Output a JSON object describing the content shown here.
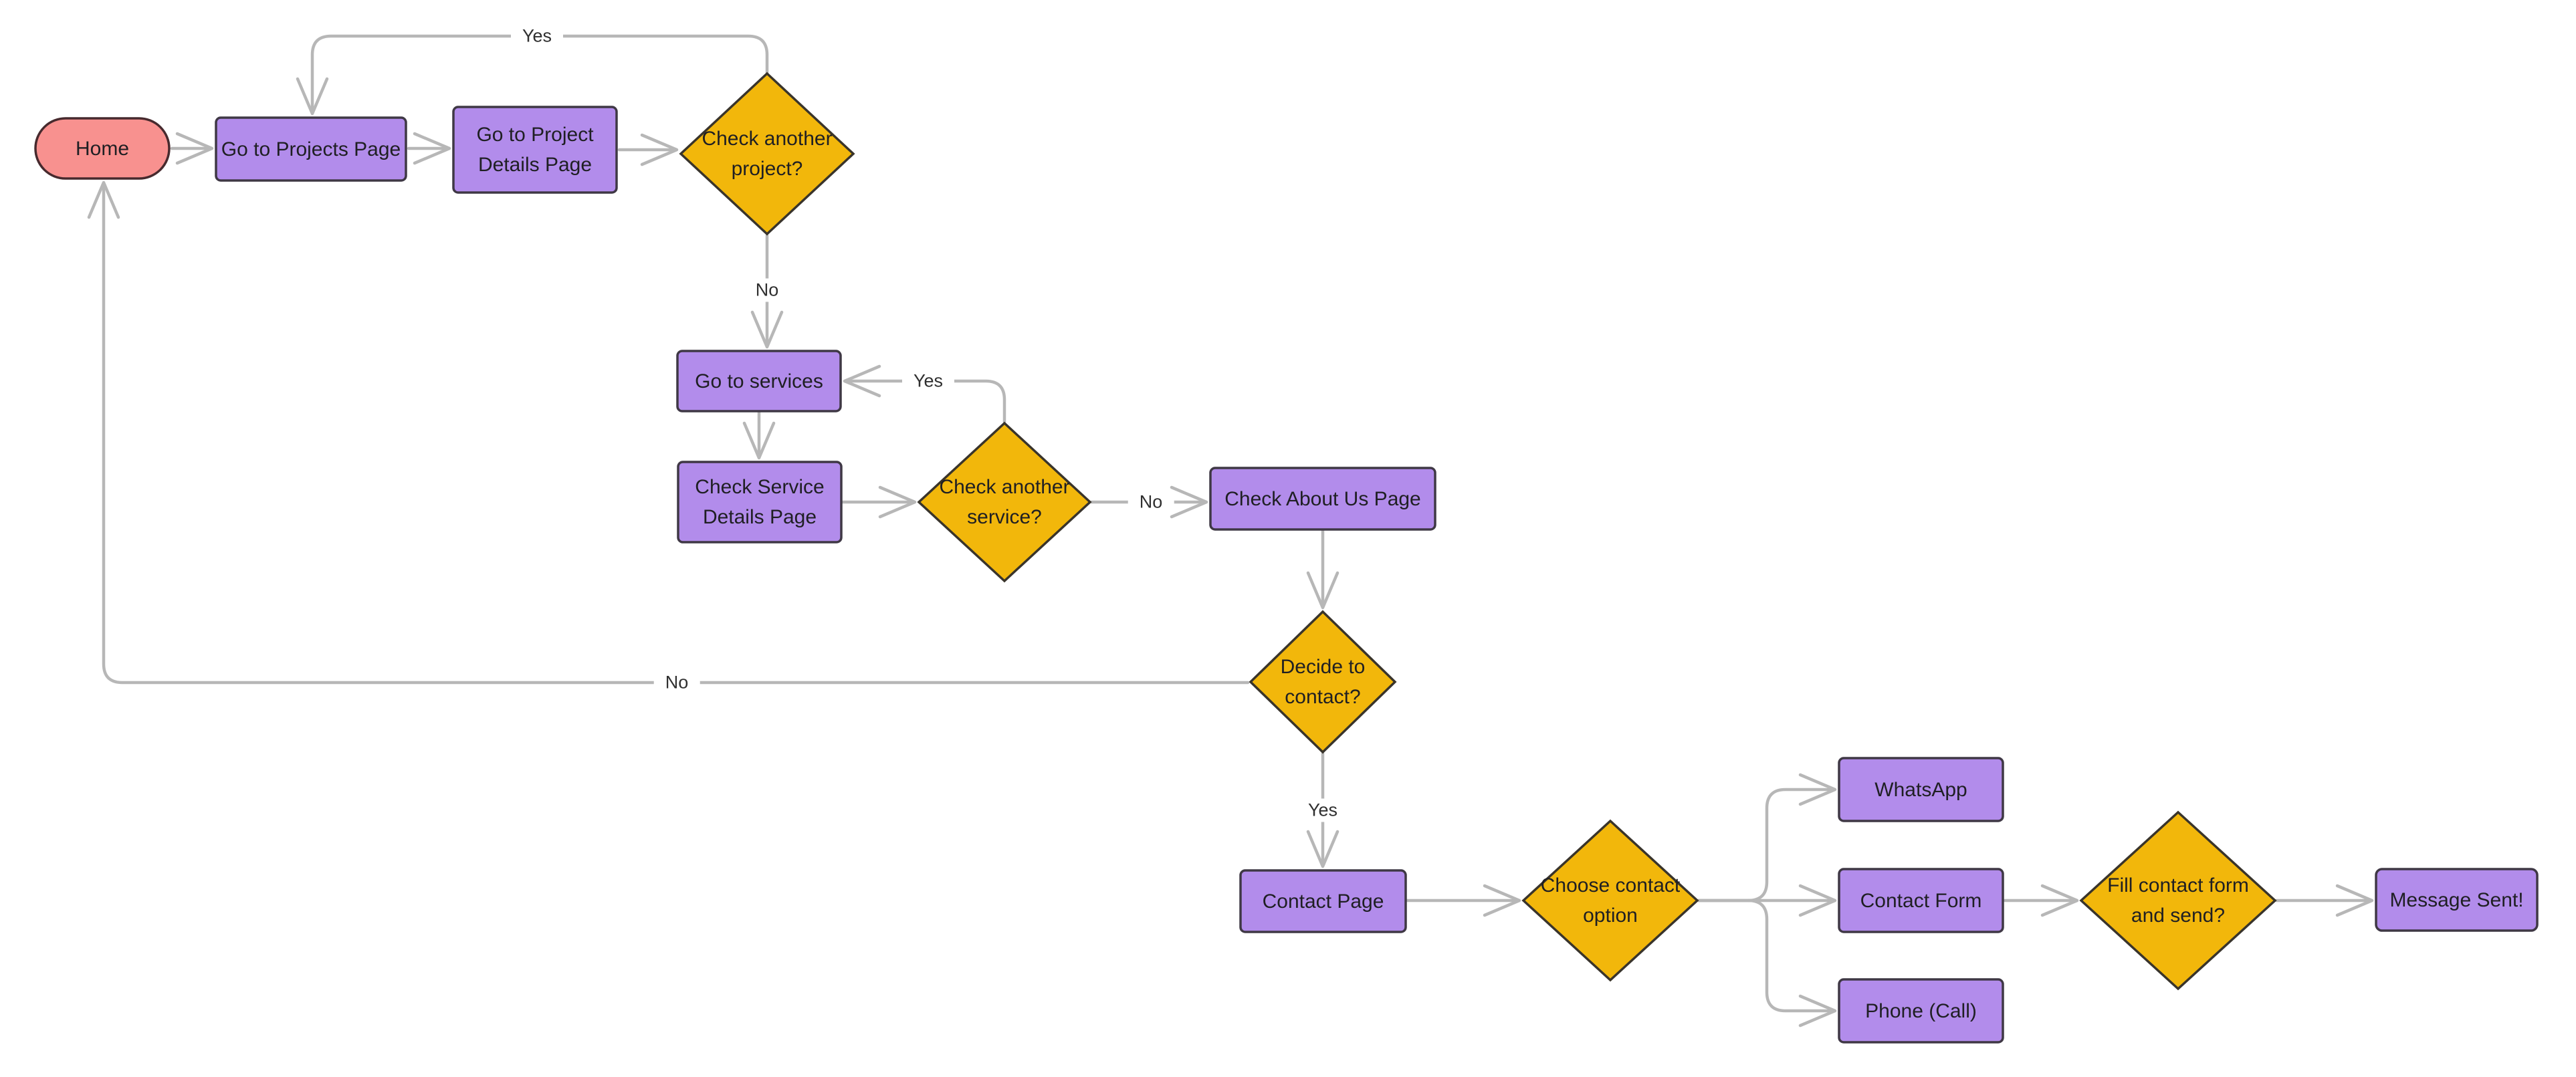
{
  "diagram": {
    "nodes": {
      "home": {
        "label": "Home",
        "type": "terminal"
      },
      "go_projects": {
        "label": "Go to Projects Page",
        "type": "process"
      },
      "go_project_details": {
        "label": "Go to Project Details Page",
        "type": "process"
      },
      "check_another_project": {
        "label": "Check another project?",
        "type": "decision"
      },
      "go_services": {
        "label": "Go to services",
        "type": "process"
      },
      "check_service_details": {
        "label": "Check Service Details Page",
        "type": "process"
      },
      "check_another_service": {
        "label": "Check another service?",
        "type": "decision"
      },
      "check_about_us": {
        "label": "Check About Us Page",
        "type": "process"
      },
      "decide_contact": {
        "label": "Decide to contact?",
        "type": "decision"
      },
      "contact_page": {
        "label": "Contact Page",
        "type": "process"
      },
      "choose_contact": {
        "label": "Choose contact option",
        "type": "decision"
      },
      "whatsapp": {
        "label": "WhatsApp",
        "type": "process"
      },
      "contact_form": {
        "label": "Contact Form",
        "type": "process"
      },
      "phone_call": {
        "label": "Phone (Call)",
        "type": "process"
      },
      "fill_contact_form": {
        "label": "Fill contact form and send?",
        "type": "decision"
      },
      "message_sent": {
        "label": "Message Sent!",
        "type": "process"
      }
    },
    "edge_labels": {
      "project_yes": "Yes",
      "project_no": "No",
      "service_yes": "Yes",
      "service_no": "No",
      "contact_no": "No",
      "contact_yes": "Yes"
    },
    "colors": {
      "process_fill": "#B28CEB",
      "process_border": "#3F3845",
      "terminal_fill": "#F8918F",
      "terminal_border": "#472A2E",
      "decision_fill": "#F2B70B",
      "decision_border": "#39342B",
      "connector": "#B7B7B7",
      "node_text": "#1F1F23",
      "label_text": "#303030",
      "background": "#FFFFFF"
    }
  }
}
